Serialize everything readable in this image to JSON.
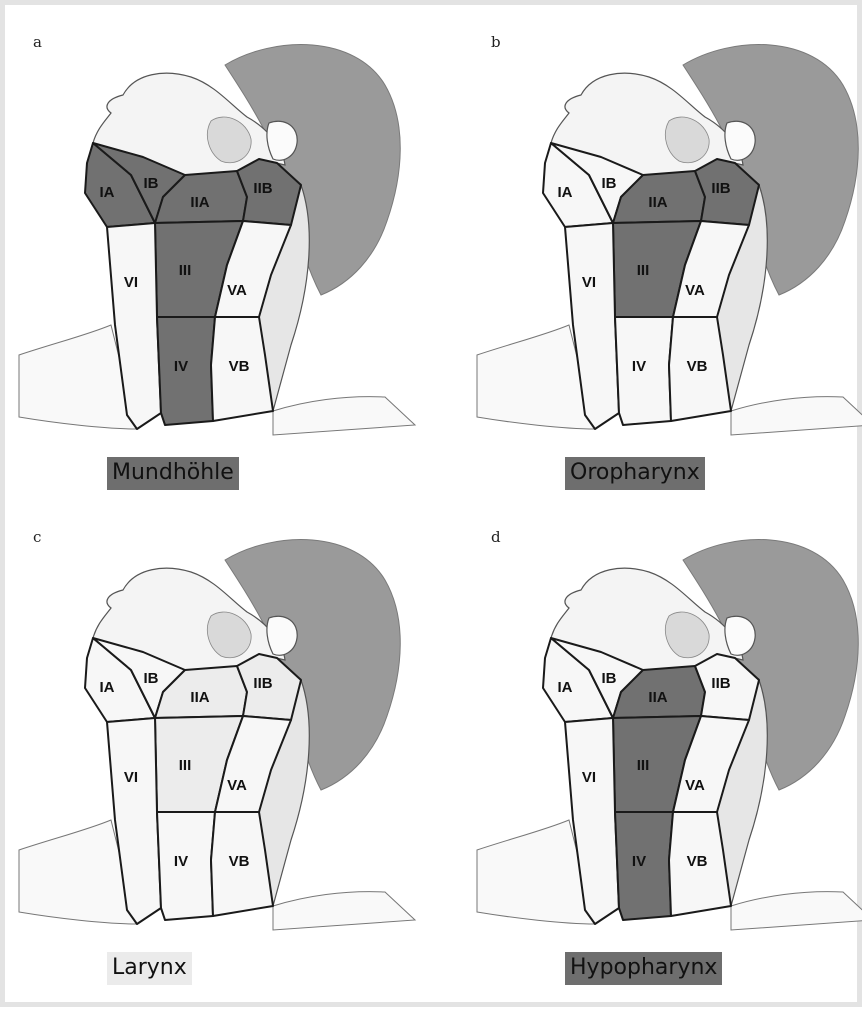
{
  "panels": [
    {
      "letter": "a",
      "caption": "Mundhöhle",
      "caption_shade": "dark",
      "levels": {
        "IA": "dark",
        "IB": "dark",
        "IIA": "dark",
        "IIB": "dark",
        "III": "dark",
        "IV": "dark",
        "VA": "none",
        "VB": "none",
        "VI": "none"
      }
    },
    {
      "letter": "b",
      "caption": "Oropharynx",
      "caption_shade": "dark",
      "levels": {
        "IA": "none",
        "IB": "none",
        "IIA": "dark",
        "IIB": "dark",
        "III": "dark",
        "IV": "none",
        "VA": "none",
        "VB": "none",
        "VI": "none"
      }
    },
    {
      "letter": "c",
      "caption": "Larynx",
      "caption_shade": "light",
      "levels": {
        "IA": "none",
        "IB": "none",
        "IIA": "light",
        "IIB": "light",
        "III": "light",
        "IV": "none",
        "VA": "none",
        "VB": "none",
        "VI": "none"
      }
    },
    {
      "letter": "d",
      "caption": "Hypopharynx",
      "caption_shade": "dark",
      "levels": {
        "IA": "none",
        "IB": "none",
        "IIA": "dark",
        "IIB": "none",
        "III": "dark",
        "IV": "dark",
        "VA": "none",
        "VB": "none",
        "VI": "none"
      }
    }
  ],
  "level_labels": [
    "IA",
    "IB",
    "IIA",
    "IIB",
    "III",
    "VA",
    "VI",
    "IV",
    "VB"
  ],
  "colors": {
    "dark": "#717171",
    "light": "#ececec",
    "none": "#f7f7f7",
    "head": "#9a9a9a",
    "skin": "#f4f4f4",
    "outline": "#1a1a1a",
    "caption_dark": "#6e6e6e",
    "caption_light": "#ebebeb"
  }
}
